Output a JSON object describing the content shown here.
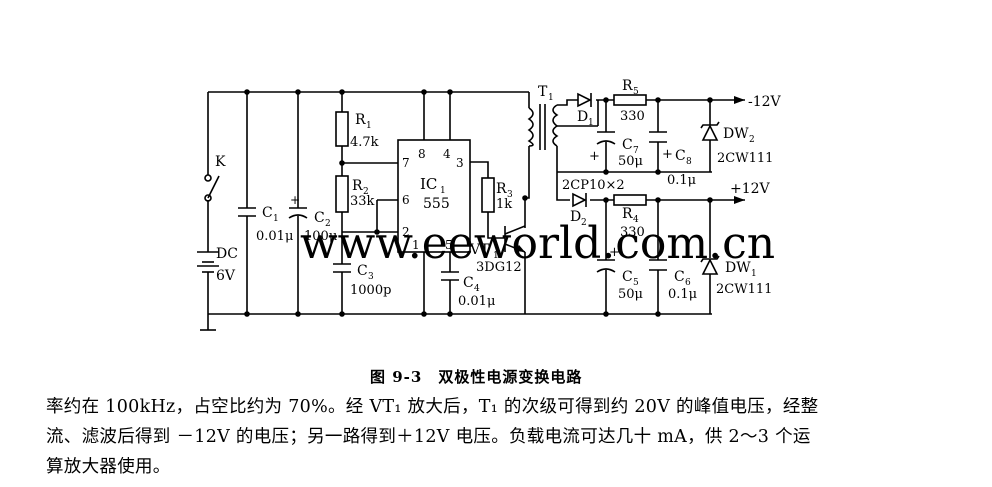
{
  "watermark": "www.eeworld.com.cn",
  "labels": {
    "switch": "K",
    "battery_name": "DC",
    "battery_value": "6V",
    "c1_name": "C",
    "c1_sub": "1",
    "c1_value": "0.01μ",
    "c2_name": "C",
    "c2_sub": "2",
    "c2_value": "100μ",
    "c2_plus": "+",
    "r1_name": "R",
    "r1_sub": "1",
    "r1_value": "4.7k",
    "r2_name": "R",
    "r2_sub": "2",
    "r2_value": "33k",
    "c3_name": "C",
    "c3_sub": "3",
    "c3_value": "1000p",
    "ic_name": "IC",
    "ic_sub": "1",
    "ic_type": "555",
    "pin7": "7",
    "pin8": "8",
    "pin4": "4",
    "pin3": "3",
    "pin6": "6",
    "pin2": "2",
    "pin1": "1",
    "pin5": "5",
    "c4_name": "C",
    "c4_sub": "4",
    "c4_value": "0.01μ",
    "r3_name": "R",
    "r3_sub": "3",
    "r3_value": "1k",
    "vt_name": "VT",
    "vt_sub": "1",
    "vt_type": "3DG12",
    "t1_name": "T",
    "t1_sub": "1",
    "d1_name": "D",
    "d1_sub": "1",
    "d2_name": "D",
    "d2_sub": "2",
    "diode_type": "2CP10×2",
    "r5_name": "R",
    "r5_sub": "5",
    "r5_value": "330",
    "r4_name": "R",
    "r4_sub": "4",
    "r4_value": "330",
    "c7_name": "C",
    "c7_sub": "7",
    "c7_value": "50μ",
    "c7_plus": "+",
    "c8_name": "C",
    "c8_sub": "8",
    "c8_value": "0.1μ",
    "c8_plus": "+",
    "c5_name": "C",
    "c5_sub": "5",
    "c5_value": "50μ",
    "c5_plus": "+",
    "c6_name": "C",
    "c6_sub": "6",
    "c6_value": "0.1μ",
    "dw2_name": "DW",
    "dw2_sub": "2",
    "dw2_type": "2CW111",
    "dw1_name": "DW",
    "dw1_sub": "1",
    "dw1_type": "2CW111",
    "out_neg": "-12V",
    "out_pos": "+12V"
  },
  "caption": "图 9-3　双极性电源变换电路",
  "paragraph_lines": [
    "率约在 100kHz，占空比约为 70%。经 VT₁ 放大后，T₁ 的次级可得到约 20V 的峰值电压，经整",
    "流、滤波后得到 －12V 的电压；另一路得到＋12V 电压。负载电流可达几十 mA，供 2～3 个运",
    "算放大器使用。"
  ]
}
